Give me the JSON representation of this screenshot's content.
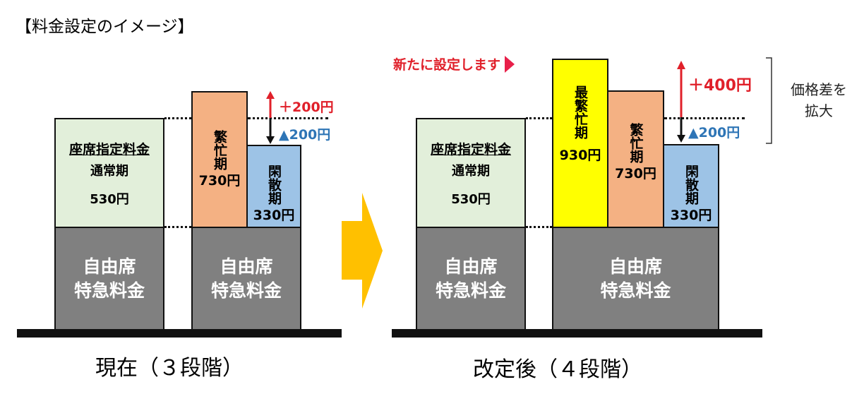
{
  "title": "【料金設定のイメージ】",
  "current": {
    "caption": "現在（３段階）",
    "reserved": {
      "label": "座席指定料金",
      "period": "通常期",
      "price": "530円"
    },
    "busy": {
      "label": "繁忙期",
      "price": "730円"
    },
    "offpeak": {
      "label": "閑散期",
      "price": "330円"
    },
    "nonreserved_left": "自由席\n特急料金",
    "nonreserved_right": "自由席\n特急料金",
    "diff_up": "＋200円",
    "diff_down": "▲200円"
  },
  "revised": {
    "caption": "改定後（４段階）",
    "new_note": "新たに設定します",
    "reserved": {
      "label": "座席指定料金",
      "period": "通常期",
      "price": "530円"
    },
    "peak": {
      "label": "最繁忙期",
      "price": "930円"
    },
    "busy": {
      "label": "繁忙期",
      "price": "730円"
    },
    "offpeak": {
      "label": "閑散期",
      "price": "330円"
    },
    "nonreserved_left": "自由席\n特急料金",
    "nonreserved_right": "自由席\n特急料金",
    "diff_up": "＋400円",
    "diff_down": "▲200円",
    "bracket_note": "価格差を\n拡大"
  },
  "colors": {
    "arrow": "#ffc000",
    "up": "#e0202a",
    "down": "#2e75b6"
  }
}
